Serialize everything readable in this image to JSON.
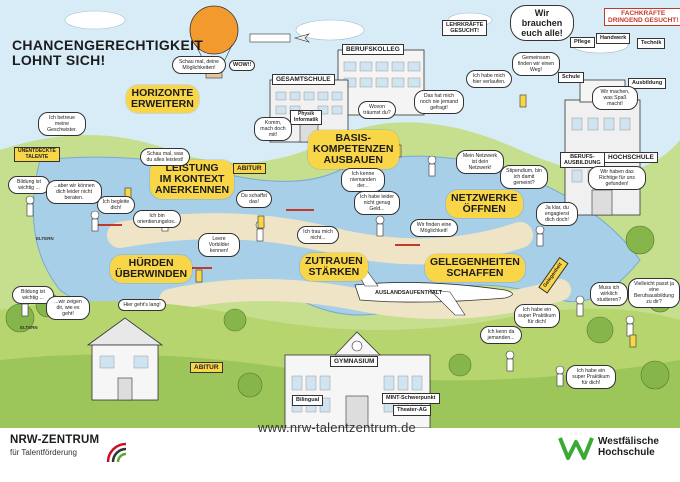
{
  "poster": {
    "title_line1": "CHANCENGERECHTIGKEIT",
    "title_line2": "LOHNT SICH!",
    "colors": {
      "sky": "#cfe6f3",
      "grass": "#a9cd64",
      "water": "#9ec9e6",
      "accent_yellow": "#f9d648",
      "balloon": "#f39a2e",
      "footer": "#ffffff"
    }
  },
  "labels": {
    "horizonte": [
      "HORIZONTE",
      "ERWEITERN"
    ],
    "leistung": [
      "LEISTUNG",
      "IM KONTEXT",
      "ANERKENNEN"
    ],
    "basis": [
      "BASIS-",
      "KOMPETENZEN",
      "AUSBAUEN"
    ],
    "netzwerke": [
      "NETZWERKE",
      "ÖFFNEN"
    ],
    "huerden": [
      "HÜRDEN",
      "ÜBERWINDEN"
    ],
    "zutrauen": [
      "ZUTRAUEN",
      "STÄRKEN"
    ],
    "gelegenheiten": [
      "GELEGENHEITEN",
      "SCHAFFEN"
    ]
  },
  "buildings": {
    "berufskolleg": "BERUFSKOLLEG",
    "gesamtschule": "GESAMTSCHULE",
    "gymnasium": "GYMNASIUM",
    "berufsausbildung": "BERUFS-\nAUSBILDUNG",
    "hochschule": "HOCHSCHULE"
  },
  "signs": {
    "abitur_top": "ABITUR",
    "abitur_bottom": "ABITUR",
    "bilingual": "Bilingual",
    "mint": "MINT-Schwerpunkt",
    "theater": "Theater-AG",
    "physik": "Physik\nInformatik",
    "pflege": "Pflege",
    "handwerk": "Handwerk",
    "technik": "Technik",
    "schule": "Schule",
    "ausbildung": "Ausbildung",
    "auslandsaufenthalt": "AUSLANDSAUFENTHALT",
    "unentdeckte_talente": "UNENTDECKTE\nTALENTE",
    "lehrkraefte": "LEHRKRÄFTE\nGESUCHT!",
    "fachkraefte": "FACHKRÄFTE\nDRINGEND GESUCHT!",
    "wow": "WOW!!",
    "eltern_left": "ELTERN",
    "eltern_bottom": "ELTERN",
    "gelegenheit_sign": "Gelegenheit"
  },
  "bubbles": {
    "b1": "Schau mal, deine Möglichkeiten!",
    "b2": "Ich betreue meine Geschwister.",
    "b3": "Komm, mach doch mit!",
    "b4": "Wovon träumst du?",
    "b5": "Das hat mich noch nie jemand gefragt!",
    "b6": "Ich habe mich hier verlaufen.",
    "b7": "Gemeinsam finden wir einen Weg!",
    "b8": "Wir brauchen euch alle!",
    "b9": "Wir machen, was Spaß macht!",
    "b10": "Wir haben das Richtige für uns gefunden!",
    "b11": "Bildung ist wichtig ...",
    "b12": "...aber wir können dich leider nicht beraten.",
    "b13": "Schau mal, was du alles leistest!",
    "b14": "Ich begleite dich!",
    "b15": "Ich bin orientierungslos..",
    "b16": "Du schaffst das!",
    "b17": "Leere Vorbilder kennen!",
    "b18": "Ich trau mich nicht...",
    "b19": "Ich habe leider nicht genug Geld...",
    "b20": "Ich kenne niemanden der...",
    "b21": "Mein Netzwerk ist dein Netzwerk!",
    "b22": "Stipendium, bin ich damit gemeint?",
    "b23": "Wir finden eine Möglichkeit!",
    "b24": "Ja klar, du engagierst dich doch!",
    "b25": "Bildung ist wichtig ...",
    "b26": "...wir zeigen dir, wie es geht!",
    "b27": "Hier geht's lang!",
    "b28": "Ich kenn da jemanden...",
    "b29": "Vielleicht passt ja eine Berufsausbildung zu dir?",
    "b30": "Muss ich wirklich studieren?",
    "b31": "Ich habe ein super Praktikum für dich!",
    "b32": "Ich habe ein super Praktikum für dich!"
  },
  "footer": {
    "logo_left_line1": "NRW-ZENTRUM",
    "logo_left_line2": "für Talentförderung",
    "url": "www.nrw-talentzentrum.de",
    "logo_right_line1": "Westfälische",
    "logo_right_line2": "Hochschule",
    "colors": {
      "nrw_red": "#c8102e",
      "nrw_green": "#5aa832",
      "wh_green": "#3aa935"
    }
  }
}
